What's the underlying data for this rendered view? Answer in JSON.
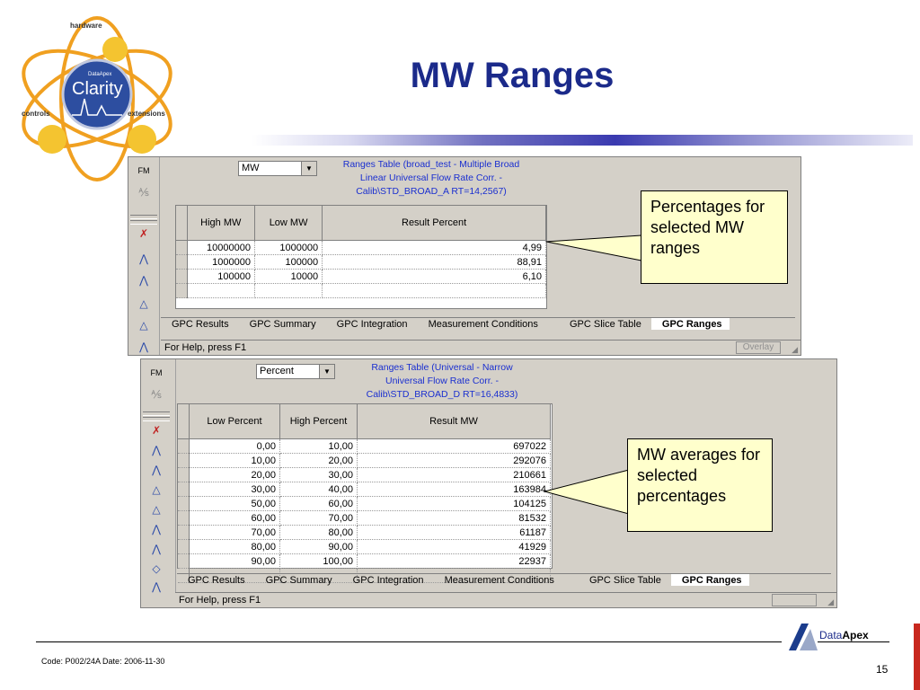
{
  "logo": {
    "top_label": "hardware",
    "left_label": "controls",
    "right_label": "extensions",
    "center_small": "DataApex",
    "center_big": "Clarity"
  },
  "title": "MW Ranges",
  "window1": {
    "selector_value": "MW",
    "caption_lines": [
      "Ranges Table (broad_test - Multiple Broad",
      "Linear Universal Flow Rate Corr. -",
      "Calib\\STD_BROAD_A RT=14,2567)"
    ],
    "columns": [
      "High MW",
      "Low MW",
      "Result Percent"
    ],
    "rows": [
      [
        "10000000",
        "1000000",
        "4,99"
      ],
      [
        "1000000",
        "100000",
        "88,91"
      ],
      [
        "100000",
        "10000",
        "6,10"
      ],
      [
        "",
        "",
        ""
      ]
    ],
    "tabs": [
      "GPC Results",
      "GPC Summary",
      "GPC Integration",
      "Measurement Conditions",
      "GPC Slice Table",
      "GPC Ranges"
    ],
    "active_tab": "GPC Ranges",
    "status_text": "For Help, press F1",
    "status_overlay": "Overlay"
  },
  "window2": {
    "selector_value": "Percent",
    "caption_lines": [
      "Ranges Table (Universal - Narrow",
      "Universal Flow Rate Corr. -",
      "Calib\\STD_BROAD_D RT=16,4833)"
    ],
    "columns": [
      "Low Percent",
      "High Percent",
      "Result MW"
    ],
    "rows": [
      [
        "0,00",
        "10,00",
        "697022"
      ],
      [
        "10,00",
        "20,00",
        "292076"
      ],
      [
        "20,00",
        "30,00",
        "210661"
      ],
      [
        "30,00",
        "40,00",
        "163984"
      ],
      [
        "50,00",
        "60,00",
        "104125"
      ],
      [
        "60,00",
        "70,00",
        "81532"
      ],
      [
        "70,00",
        "80,00",
        "61187"
      ],
      [
        "80,00",
        "90,00",
        "41929"
      ],
      [
        "90,00",
        "100,00",
        "22937"
      ],
      [
        "",
        "",
        ""
      ]
    ],
    "tabs": [
      "GPC Results",
      "GPC Summary",
      "GPC Integration",
      "Measurement Conditions",
      "GPC Slice Table",
      "GPC Ranges"
    ],
    "active_tab": "GPC Ranges",
    "status_text": "For Help, press F1"
  },
  "callout1": "Percentages for selected MW ranges",
  "callout2": "MW averages for selected percentages",
  "footer": {
    "code": "Code: P002/24A  Date: 2006-11-30",
    "page": "15",
    "brand_a": "Data",
    "brand_b": "Apex"
  },
  "colors": {
    "title": "#1b2a8a",
    "caption": "#1a2fd0",
    "callout_bg": "#ffffcc",
    "accent_red": "#c8281e"
  }
}
